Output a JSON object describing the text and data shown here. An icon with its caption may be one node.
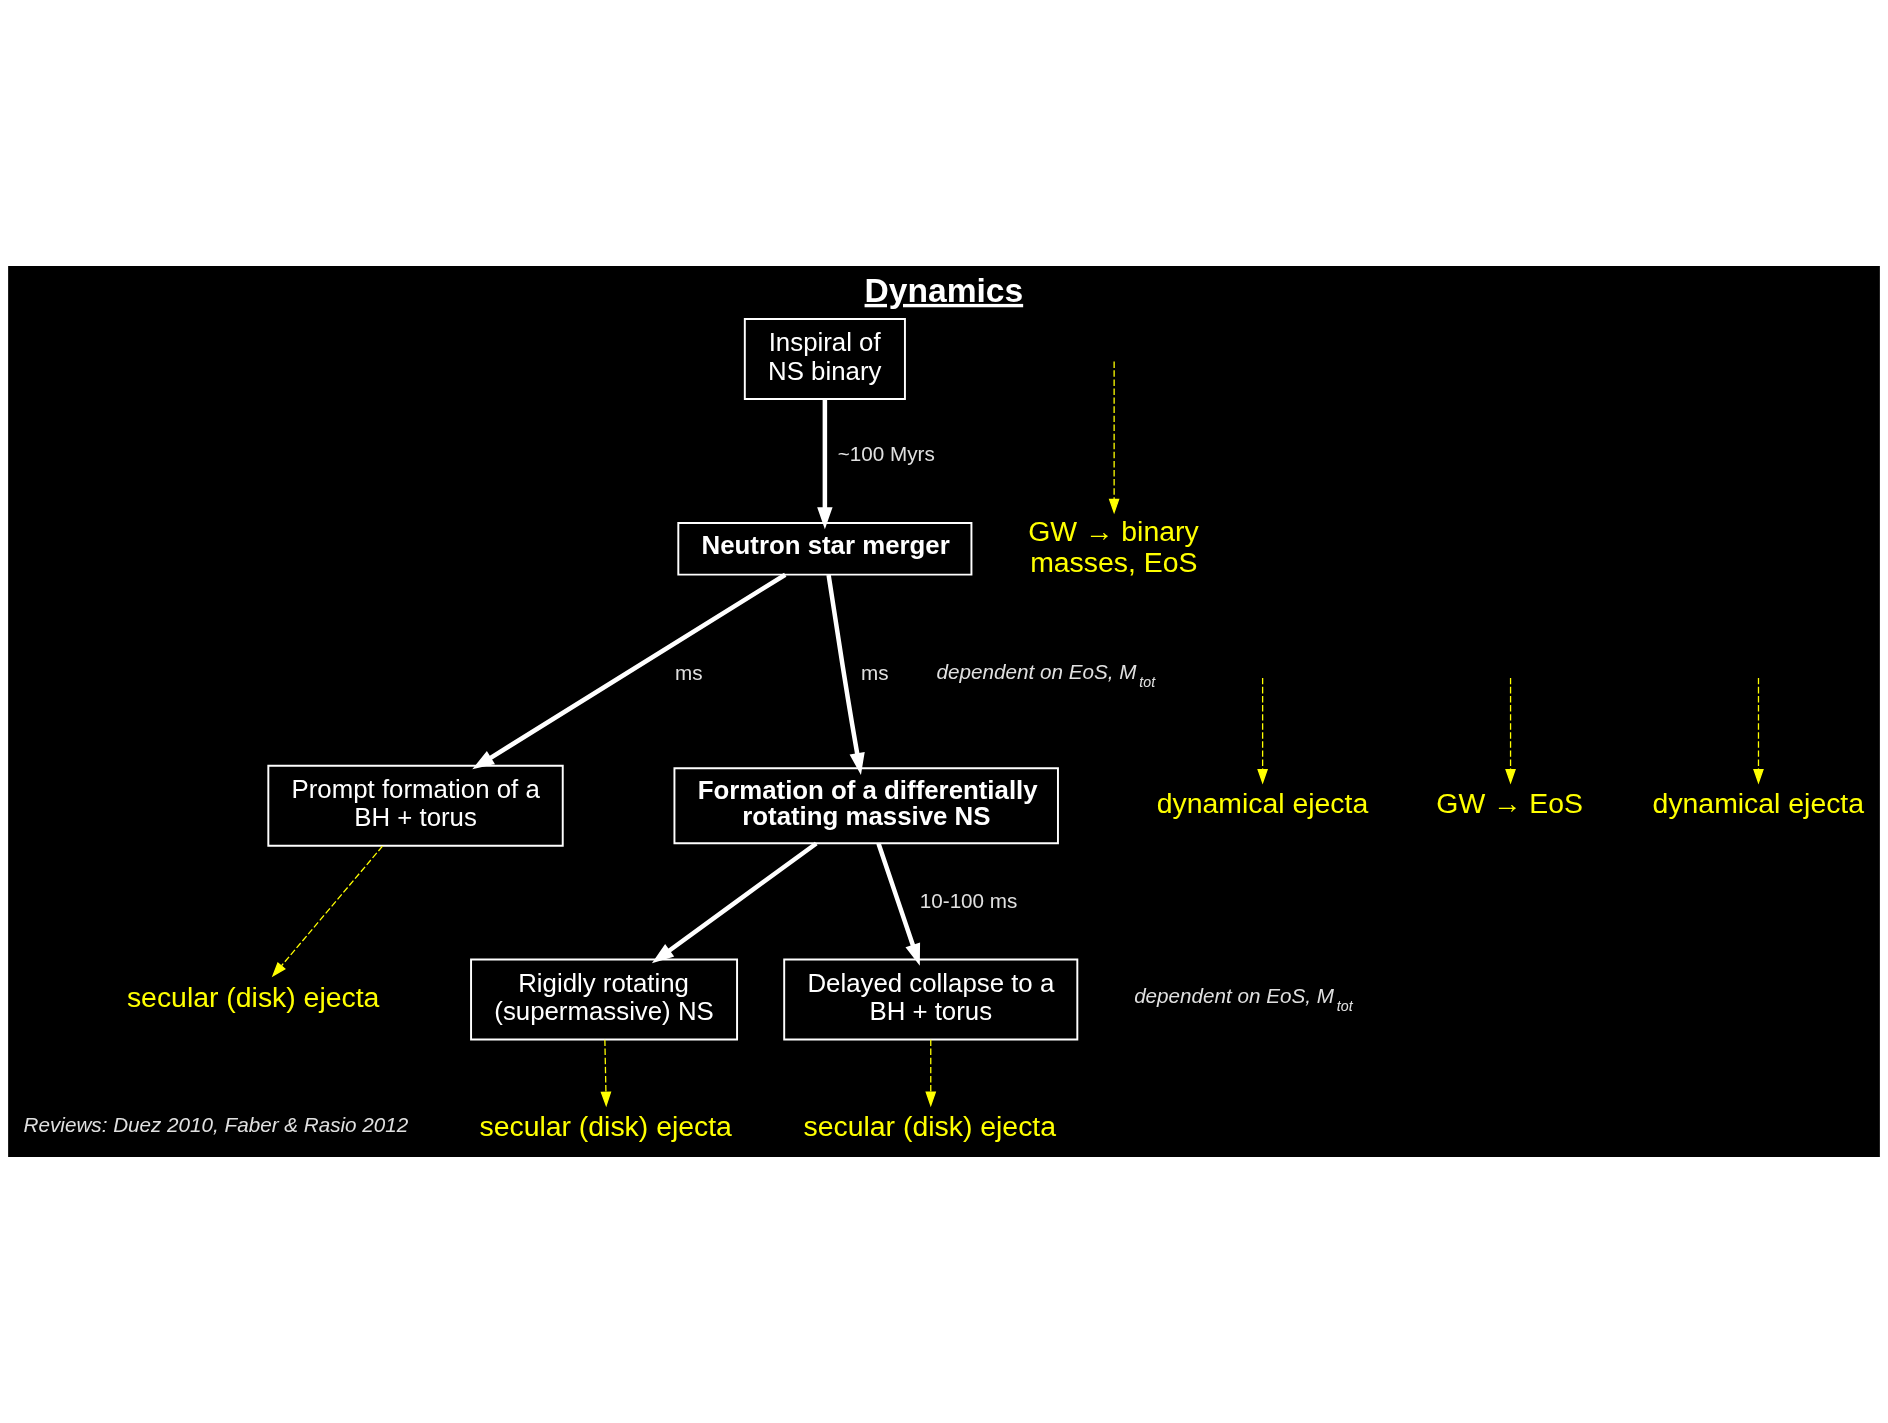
{
  "diagram": {
    "title": "Dynamics",
    "nodes": [
      {
        "text": [
          "Inspiral of NS binary"
        ]
      },
      {
        "text": [
          "Neutron star merger"
        ]
      },
      {
        "text": [
          "Prompt formation of a BH + torus"
        ]
      },
      {
        "text": [
          "Formation of a differentially rotating massive NS"
        ]
      },
      {
        "text": [
          "Rigidly rotating (supermassive) NS"
        ]
      },
      {
        "text": [
          "Delayed collapse to a BH + torus"
        ]
      },
      {
        "text": [
          "GW → binary masses, EoS"
        ]
      },
      {
        "text": [
          "dynamical ejecta"
        ]
      },
      {
        "text": [
          "GW → EoS"
        ]
      },
      {
        "text": [
          "dynamical ejecta"
        ]
      },
      {
        "text": [
          "secular (disk) ejecta"
        ]
      },
      {
        "text": [
          "secular (disk) ejecta"
        ]
      },
      {
        "text": [
          "secular (disk) ejecta"
        ]
      }
    ],
    "edges": [
      {
        "from": 0,
        "to": 1,
        "arrow": "to",
        "label": "~100 Myrs",
        "style": "thick",
        "color": "#ffffff"
      },
      {
        "from": null,
        "to": 6,
        "arrow": "to",
        "style": "dashed"
      },
      {
        "from": 1,
        "to": 2,
        "arrow": "to",
        "label": "ms",
        "style": "thick",
        "color": "#ffffff"
      },
      {
        "from": 1,
        "to": 3,
        "arrow": "to",
        "label": "ms",
        "style": "thick",
        "color": "#ffffff"
      },
      {
        "from": null,
        "to": 9,
        "arrow": "to",
        "style": "dashed"
      },
      {
        "from": null,
        "to": 7,
        "arrow": "to",
        "style": "dashed"
      },
      {
        "from": null,
        "to": 8,
        "arrow": "to",
        "style": "dashed"
      },
      {
        "from": 2,
        "to": 10,
        "arrow": "to",
        "style": "dashed"
      },
      {
        "from": 3,
        "to": 4,
        "arrow": "to",
        "style": "thick",
        "color": "#ffffff"
      },
      {
        "from": 3,
        "to": 5,
        "arrow": "to",
        "label": "10-100 ms",
        "style": "thick",
        "color": "#ffffff"
      },
      {
        "from": 4,
        "to": 11,
        "arrow": "to",
        "style": "dashed"
      },
      {
        "from": 5,
        "to": 12,
        "arrow": "to",
        "style": "dashed"
      }
    ],
    "labels": [
      "dependent on EoS, M$_{tot}$",
      "dependent on EoS, M$_{tot}$",
      "Reviews: Duez 2010, Faber & Rasio 2012"
    ]
  }
}
